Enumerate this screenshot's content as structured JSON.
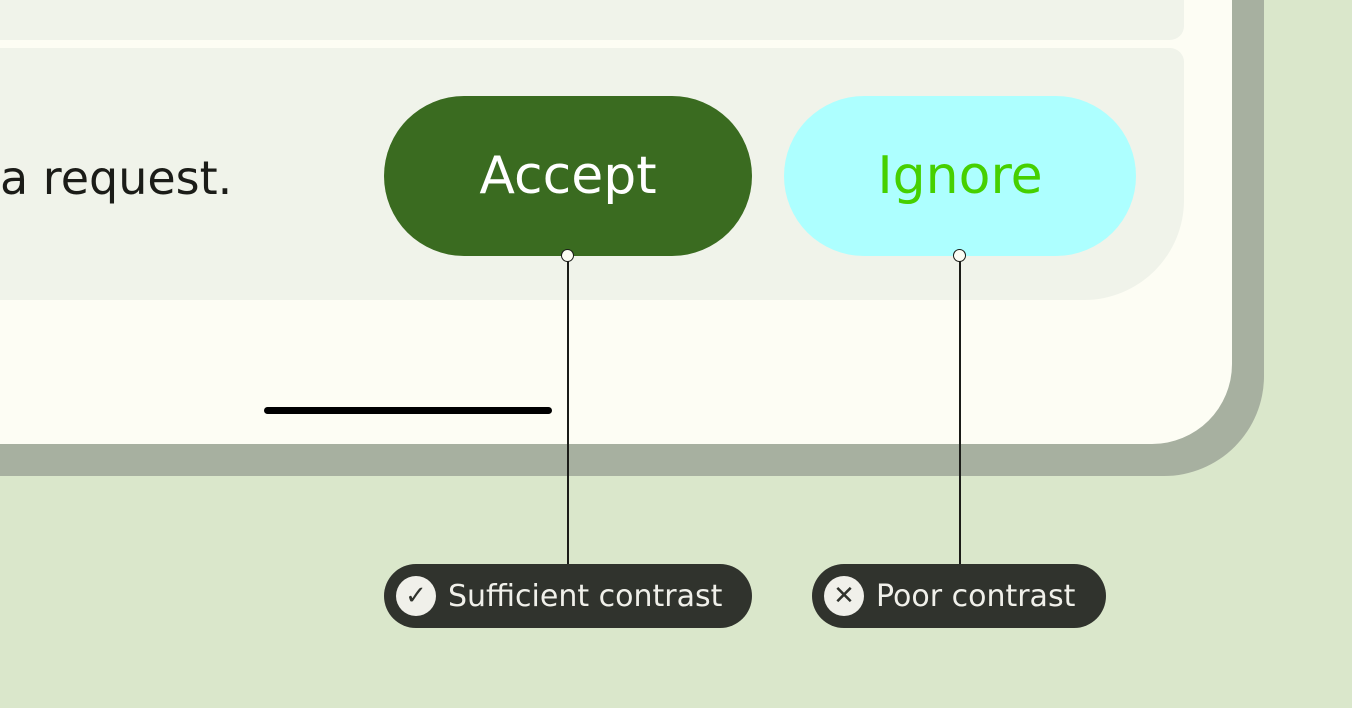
{
  "message": "a request.",
  "buttons": {
    "accept": "Accept",
    "ignore": "Ignore"
  },
  "annotations": [
    {
      "label": "Sufficient contrast",
      "icon": "check-circle-icon"
    },
    {
      "label": "Poor contrast",
      "icon": "x-circle-icon"
    }
  ],
  "colors": {
    "accept_bg": "#3a6b20",
    "accept_text": "#ffffff",
    "ignore_bg": "#adffff",
    "ignore_text": "#46d000"
  }
}
